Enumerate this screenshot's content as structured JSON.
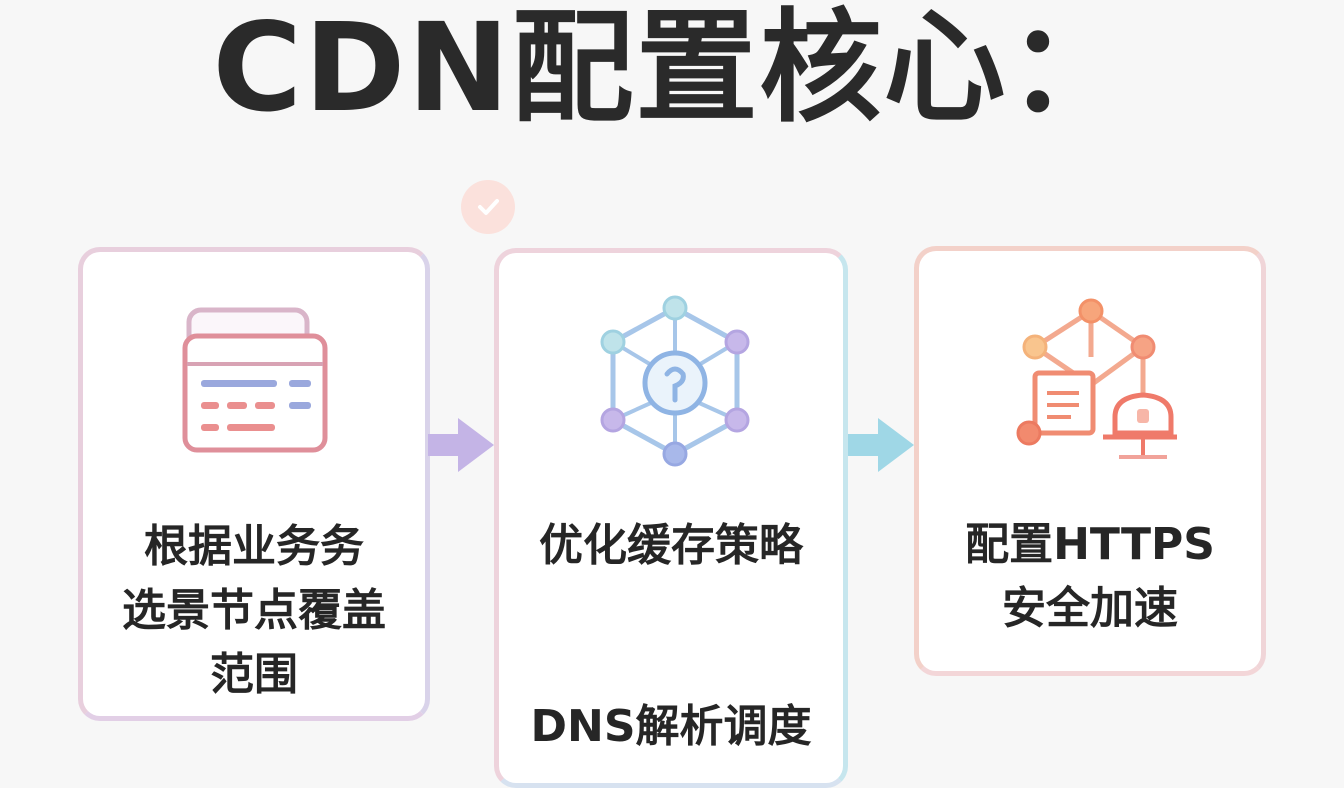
{
  "title": "CDN配置核心：",
  "cards": [
    {
      "icon": "browser-window-icon",
      "lines": [
        "根据业务务",
        "选景节点覆盖",
        "范围"
      ]
    },
    {
      "icon": "network-node-icon",
      "lines": [
        "优化缓存策略",
        "DNS解析调度"
      ]
    },
    {
      "icon": "network-lock-icon",
      "lines": [
        "配置HTTPS",
        "安全加速"
      ]
    }
  ],
  "colors": {
    "arrow_1": "#c4b4e6",
    "arrow_2": "#9fd7e6",
    "badge": "#fbe1dc",
    "title": "#2a2a2a"
  }
}
